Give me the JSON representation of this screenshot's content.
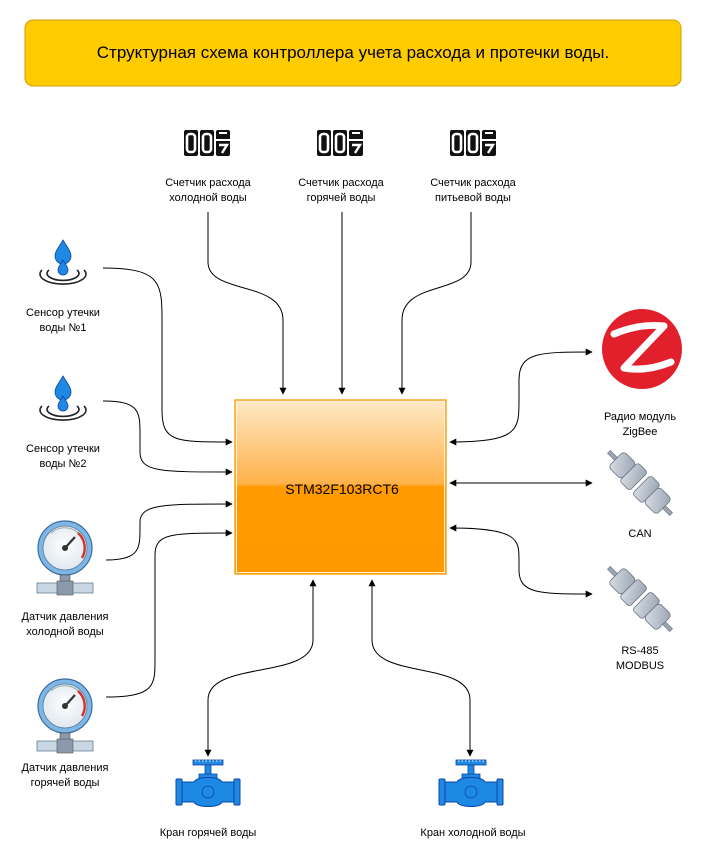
{
  "title": "Структурная схема контроллера учета расхода и протечки воды.",
  "mcu": {
    "label": "STM32F103RCT6"
  },
  "meters": [
    {
      "line1": "Счетчик расхода",
      "line2": "холодной воды",
      "digits": [
        "0",
        "0",
        "7"
      ]
    },
    {
      "line1": "Счетчик расхода",
      "line2": "горячей воды",
      "digits": [
        "0",
        "0",
        "7"
      ]
    },
    {
      "line1": "Счетчик расхода",
      "line2": "питьевой воды",
      "digits": [
        "0",
        "0",
        "7"
      ]
    }
  ],
  "leak_sensors": [
    {
      "line1": "Сенсор утечки",
      "line2": "воды №1"
    },
    {
      "line1": "Сенсор утечки",
      "line2": "воды №2"
    }
  ],
  "pressure_sensors": [
    {
      "line1": "Датчик давления",
      "line2": "холодной воды"
    },
    {
      "line1": "Датчик давления",
      "line2": "горячей воды"
    }
  ],
  "valves": [
    {
      "label": "Кран горячей воды"
    },
    {
      "label": "Кран холодной воды"
    }
  ],
  "interfaces": {
    "zigbee": {
      "line1": "Радио модуль",
      "line2": "ZigBee"
    },
    "can": {
      "label": "CAN"
    },
    "rs485": {
      "line1": "RS-485",
      "line2": "MODBUS"
    }
  },
  "colors": {
    "title_fill": "#FFCC00",
    "title_stroke": "#D79B00",
    "mcu_top": "#FFE0B2",
    "mcu_bottom": "#FF9900",
    "water": "#1E88E5",
    "zigbee_red": "#E2202C",
    "connector_gray": "#B8C0CC"
  }
}
